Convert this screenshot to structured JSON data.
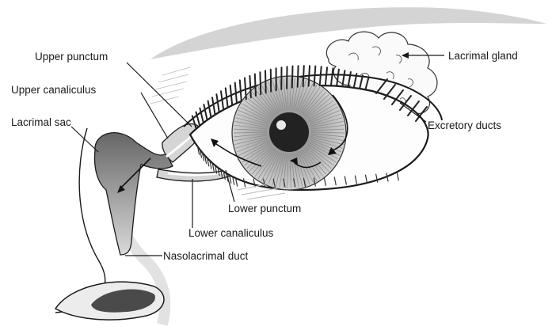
{
  "labels": {
    "upper_punctum": "Upper punctum",
    "upper_canaliculus": "Upper canaliculus",
    "lacrimal_sac": "Lacrimal sac",
    "lacrimal_gland": "Lacrimal gland",
    "excretory_ducts": "Excretory ducts",
    "lower_punctum": "Lower punctum",
    "lower_canaliculus": "Lower canaliculus",
    "nasolacrimal_duct": "Nasolacrimal duct"
  },
  "colors": {
    "outline": "#1a1a1a",
    "shade_dark": "#555555",
    "shade_light": "#bdbdbd",
    "eyebrow": "#d4d4d4",
    "iris": "#c4c4c4",
    "pupil": "#222222"
  }
}
